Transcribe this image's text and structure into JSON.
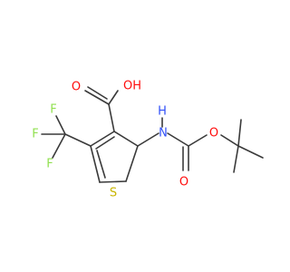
{
  "molecule": {
    "atom_labels": {
      "O_carbonyl_acid": "O",
      "O_hydroxyl": "OH",
      "N_amine": "N",
      "H_amine": "H",
      "S_ring": "S",
      "O_carbonyl_boc": "O",
      "O_ester_boc": "O",
      "F_top": "F",
      "F_mid": "F",
      "F_bottom": "F"
    },
    "colors": {
      "bond": "#3a3a3a",
      "oxygen": "#ff0d0d",
      "nitrogen": "#3050f8",
      "sulfur": "#c8b400",
      "fluorine": "#90e050"
    }
  }
}
